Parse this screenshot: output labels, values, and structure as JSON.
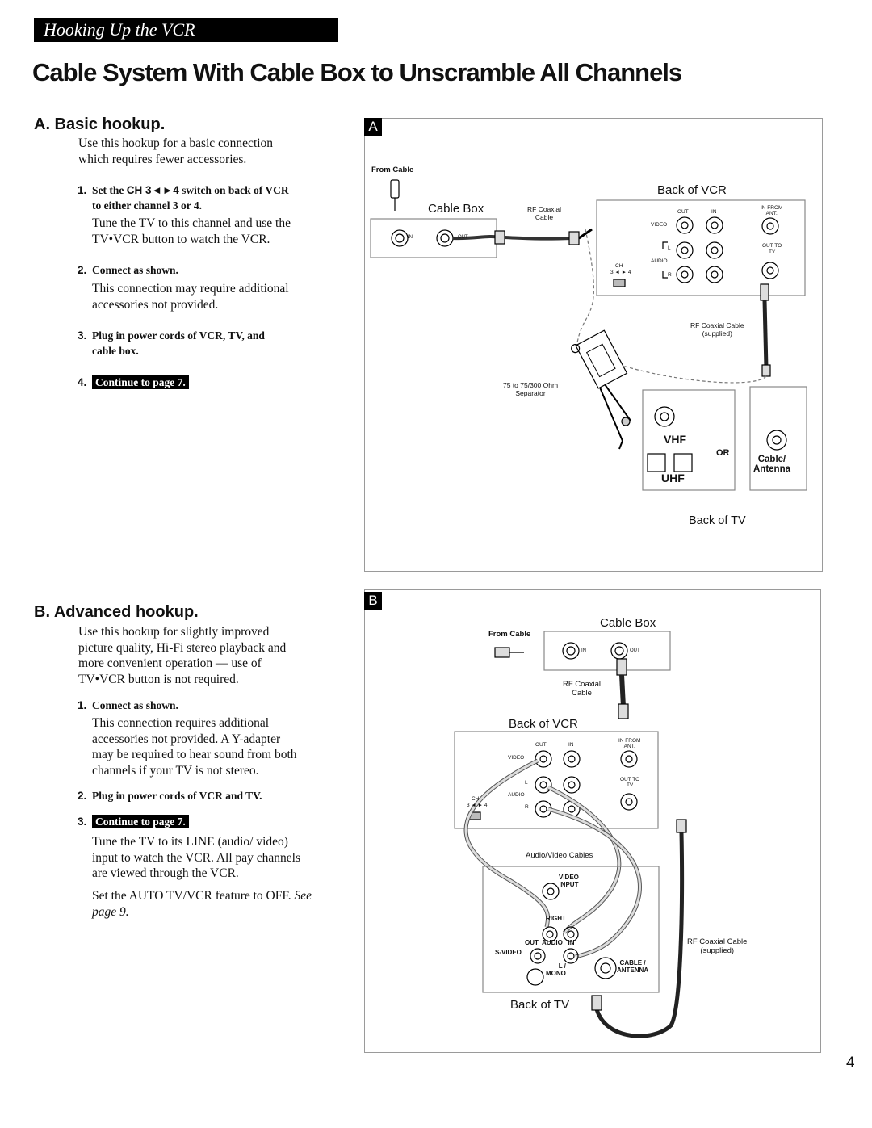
{
  "header": {
    "section": "Hooking Up the VCR",
    "title": "Cable System With Cable Box to Unscramble All Channels"
  },
  "sectionA": {
    "heading": "A.  Basic hookup.",
    "intro": [
      "Use this hookup for a basic connection",
      "which requires fewer accessories."
    ],
    "step1_num": "1.",
    "step1_pre": "Set the ",
    "step1_ch": "CH 3◄►4",
    "step1_post": " switch on back of VCR",
    "step1_line2": "to either channel 3 or 4.",
    "step1_body": [
      "Tune the TV to this channel and use the",
      "TV•VCR button to watch the VCR."
    ],
    "step2_num": "2.",
    "step2": "Connect as shown.",
    "step2_body": [
      "This connection may require additional",
      "accessories not provided."
    ],
    "step3_num": "3.",
    "step3": [
      "Plug in power cords of VCR, TV, and",
      "cable box."
    ],
    "step4_num": "4.",
    "step4": "Continue to page 7."
  },
  "sectionB": {
    "heading": "B.  Advanced hookup.",
    "intro": [
      "Use this hookup for slightly improved",
      "picture quality, Hi-Fi stereo playback and",
      "more convenient operation — use of",
      "TV•VCR button is not required."
    ],
    "step1_num": "1.",
    "step1": "Connect as shown.",
    "step1_body": [
      "This connection requires additional",
      "accessories not provided. A Y-adapter",
      "may be required to hear sound from both",
      "channels if your TV is not stereo."
    ],
    "step2_num": "2.",
    "step2": "Plug in power cords of VCR and TV.",
    "step3_num": "3.",
    "step3": "Continue to page 7.",
    "after": [
      "Tune the TV to its LINE (audio/ video)",
      "input to watch the VCR. All pay channels",
      "are viewed through the VCR."
    ],
    "auto_pre": "Set the AUTO TV/VCR feature to OFF. ",
    "auto_see": "See",
    "auto_page": "page 9."
  },
  "diagramA": {
    "badge": "A",
    "from_cable": "From Cable",
    "cable_box": "Cable Box",
    "in": "IN",
    "out": "OUT",
    "rf_coax": [
      "RF Coaxial",
      "Cable"
    ],
    "back_of_vcr": "Back of VCR",
    "vcr_out": "OUT",
    "vcr_in": "IN",
    "in_from_ant": [
      "IN FROM",
      "ANT."
    ],
    "video": "VIDEO",
    "audio": "AUDIO",
    "l": "L",
    "r": "R",
    "out_to_tv": [
      "OUT TO",
      "TV"
    ],
    "ch": "CH",
    "ch34": "3 ◄ ► 4",
    "rf_supplied": [
      "RF Coaxial Cable",
      "(supplied)"
    ],
    "separator": [
      "75 to 75/300 Ohm",
      "Separator"
    ],
    "vhf": "VHF",
    "uhf": "UHF",
    "or": "OR",
    "cable_antenna": [
      "Cable/",
      "Antenna"
    ],
    "back_of_tv": "Back of TV"
  },
  "diagramB": {
    "badge": "B",
    "from_cable": "From Cable",
    "cable_box": "Cable Box",
    "in": "IN",
    "out": "OUT",
    "rf_coax": [
      "RF Coaxial",
      "Cable"
    ],
    "back_of_vcr": "Back of VCR",
    "vcr_out": "OUT",
    "vcr_in": "IN",
    "in_from_ant": [
      "IN FROM",
      "ANT."
    ],
    "video": "VIDEO",
    "audio": "AUDIO",
    "l": "L",
    "r": "R",
    "out_to_tv": [
      "OUT TO",
      "TV"
    ],
    "ch": "CH",
    "ch34": "3 ◄ ► 4",
    "av_cables": "Audio/Video Cables",
    "video_input": [
      "VIDEO",
      "INPUT"
    ],
    "right": "RIGHT",
    "out_audio_in": "OUT  AUDIO   IN",
    "svideo": "S-VIDEO",
    "l_mono": [
      "L /",
      "MONO"
    ],
    "cable_antenna": [
      "CABLE /",
      "ANTENNA"
    ],
    "rf_supplied": [
      "RF Coaxial Cable",
      "(supplied)"
    ],
    "back_of_tv": "Back of TV"
  },
  "page_number": "4"
}
